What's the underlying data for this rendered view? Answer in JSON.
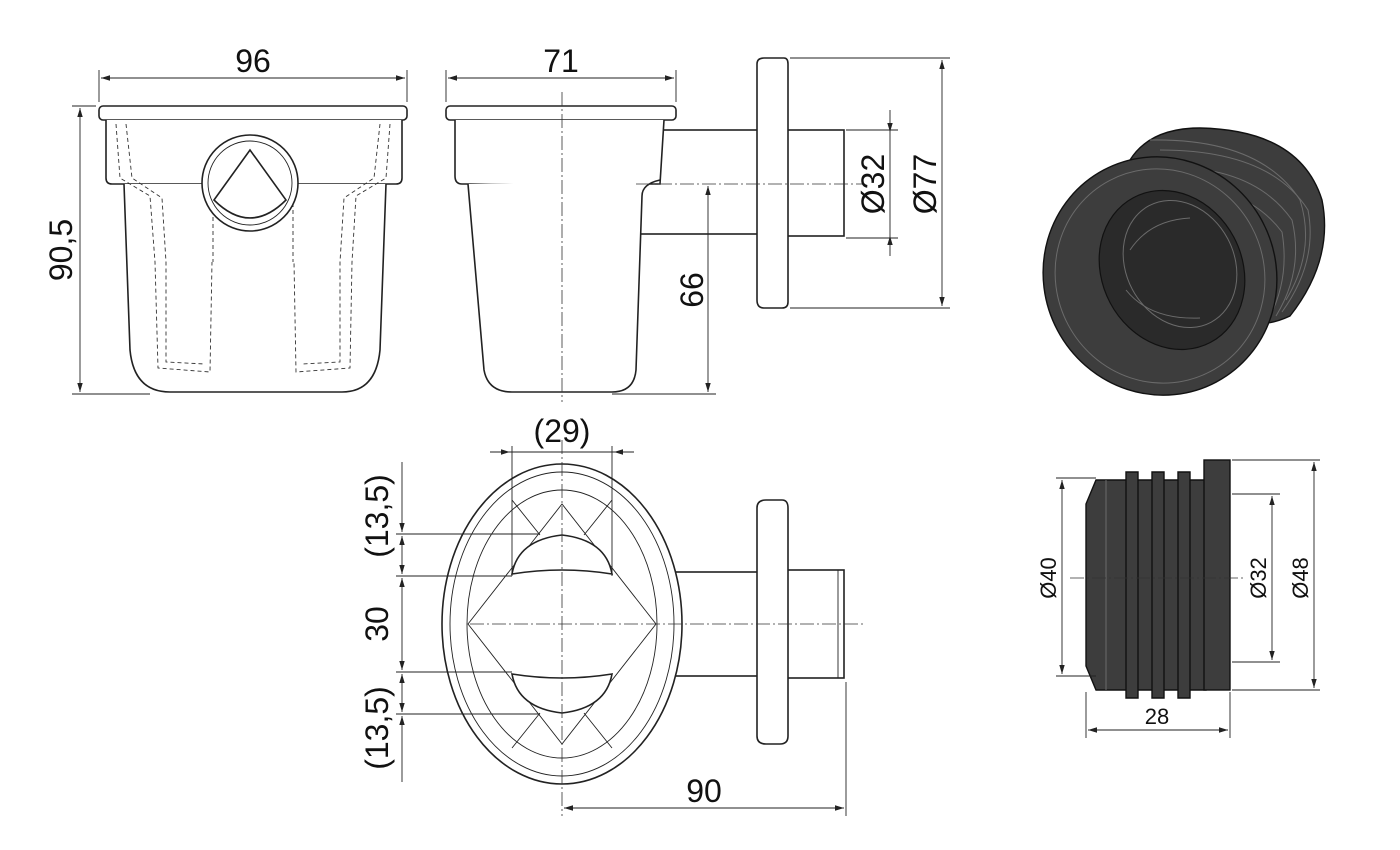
{
  "dimensions": {
    "front_width": "96",
    "front_height": "90,5",
    "side_width": "71",
    "side_outlet_height": "66",
    "outlet_diameter": "Ø32",
    "flange_diameter": "Ø77",
    "top_opening_width": "(29)",
    "top_upper_offset": "(13,5)",
    "top_middle_gap": "30",
    "top_lower_offset": "(13,5)",
    "top_outlet_length": "90",
    "seal_inner_diameter": "Ø40",
    "seal_outlet_diameter": "Ø32",
    "seal_outer_diameter": "Ø48",
    "seal_length": "28"
  }
}
